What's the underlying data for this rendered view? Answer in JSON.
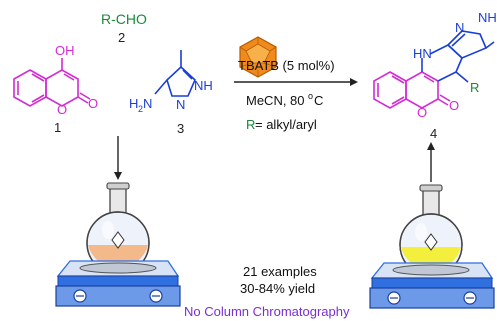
{
  "reagent": {
    "formula": "R-CHO",
    "number": "2"
  },
  "compound1": {
    "oh": "OH",
    "o_ring": "O",
    "o_carbonyl": "O",
    "number": "1"
  },
  "compound3": {
    "h2n": "H",
    "h2n_sub": "2",
    "h2n_n": "N",
    "nh": "NH",
    "n": "N",
    "number": "3"
  },
  "catalyst": {
    "label": "TBATB (5 mol%)",
    "color": "#f08a1c"
  },
  "conditions": {
    "solvent_temp": "MeCN, 80",
    "degree": "o",
    "unit": "C",
    "r_prefix": "R",
    "r_suffix": " = alkyl/aryl"
  },
  "product": {
    "hn": "HN",
    "nh": "NH",
    "n": "N",
    "r": "R",
    "o_ring": "O",
    "o_carbonyl": "O",
    "number": "4"
  },
  "summary": {
    "examples": "21 examples",
    "yield": "30-84% yield",
    "note": "No Column Chromatography"
  },
  "colors": {
    "coumarin": "#d42ad4",
    "pyrazole": "#1a3fd6",
    "r_group": "#1b8a3a",
    "note": "#7a2fd0",
    "flask_left": "#f4b98a",
    "flask_right": "#f4ee3c",
    "stirrer": "#2f6fe0"
  }
}
